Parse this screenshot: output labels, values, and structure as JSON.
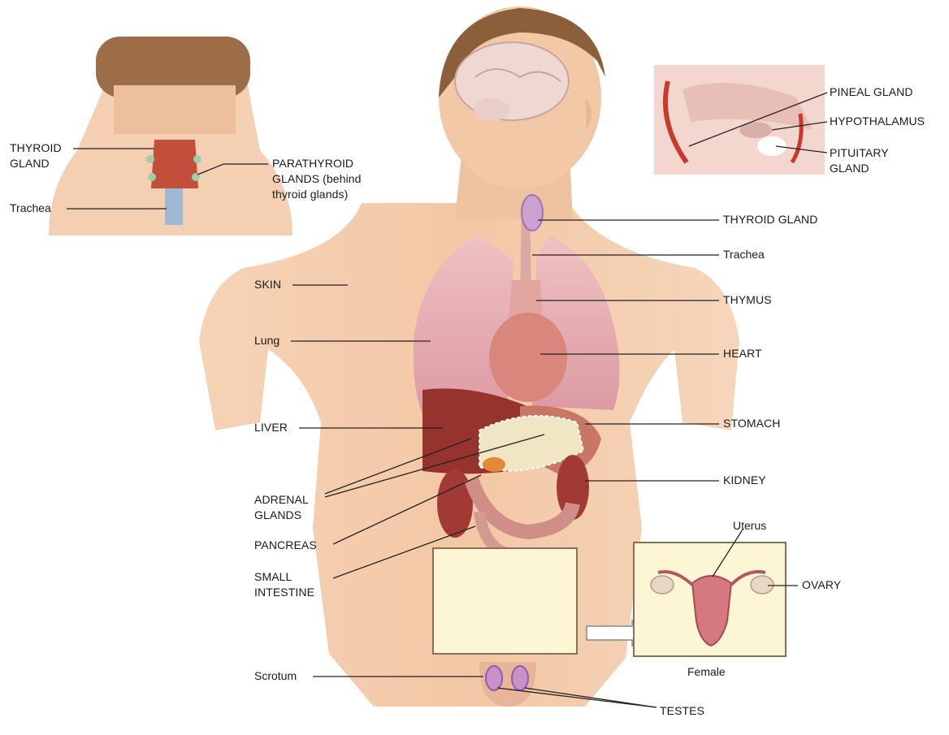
{
  "colors": {
    "skin": "#f2c9a8",
    "skin_shadow": "#e3b08c",
    "hair": "#8c5f3a",
    "lung": "#e6a9b0",
    "liver": "#8f2f2a",
    "thyroid": "#c14a3a",
    "inset_bg": "#fcf6d4",
    "inset_border": "#8a6f55",
    "leader": "#222222"
  },
  "labels": {
    "neck_thyroid_l1": "THYROID",
    "neck_thyroid_l2": "GLAND",
    "neck_trachea": "Trachea",
    "parathyroid_l1": "PARATHYROID",
    "parathyroid_l2": "GLANDS (behind",
    "parathyroid_l3": "thyroid glands)",
    "pineal": "PINEAL GLAND",
    "hypothalamus": "HYPOTHALAMUS",
    "pituitary_l1": "PITUITARY",
    "pituitary_l2": "GLAND",
    "thyroid_gland": "THYROID GLAND",
    "trachea": "Trachea",
    "skin": "SKIN",
    "thymus": "THYMUS",
    "lung": "Lung",
    "heart": "HEART",
    "liver": "LIVER",
    "stomach": "STOMACH",
    "kidney": "KIDNEY",
    "adrenal_l1": "ADRENAL",
    "adrenal_l2": "GLANDS",
    "pancreas": "PANCREAS",
    "small_intestine_l1": "SMALL",
    "small_intestine_l2": "INTESTINE",
    "uterus": "Uterus",
    "ovary": "OVARY",
    "female": "Female",
    "scrotum": "Scrotum",
    "testes": "TESTES"
  }
}
